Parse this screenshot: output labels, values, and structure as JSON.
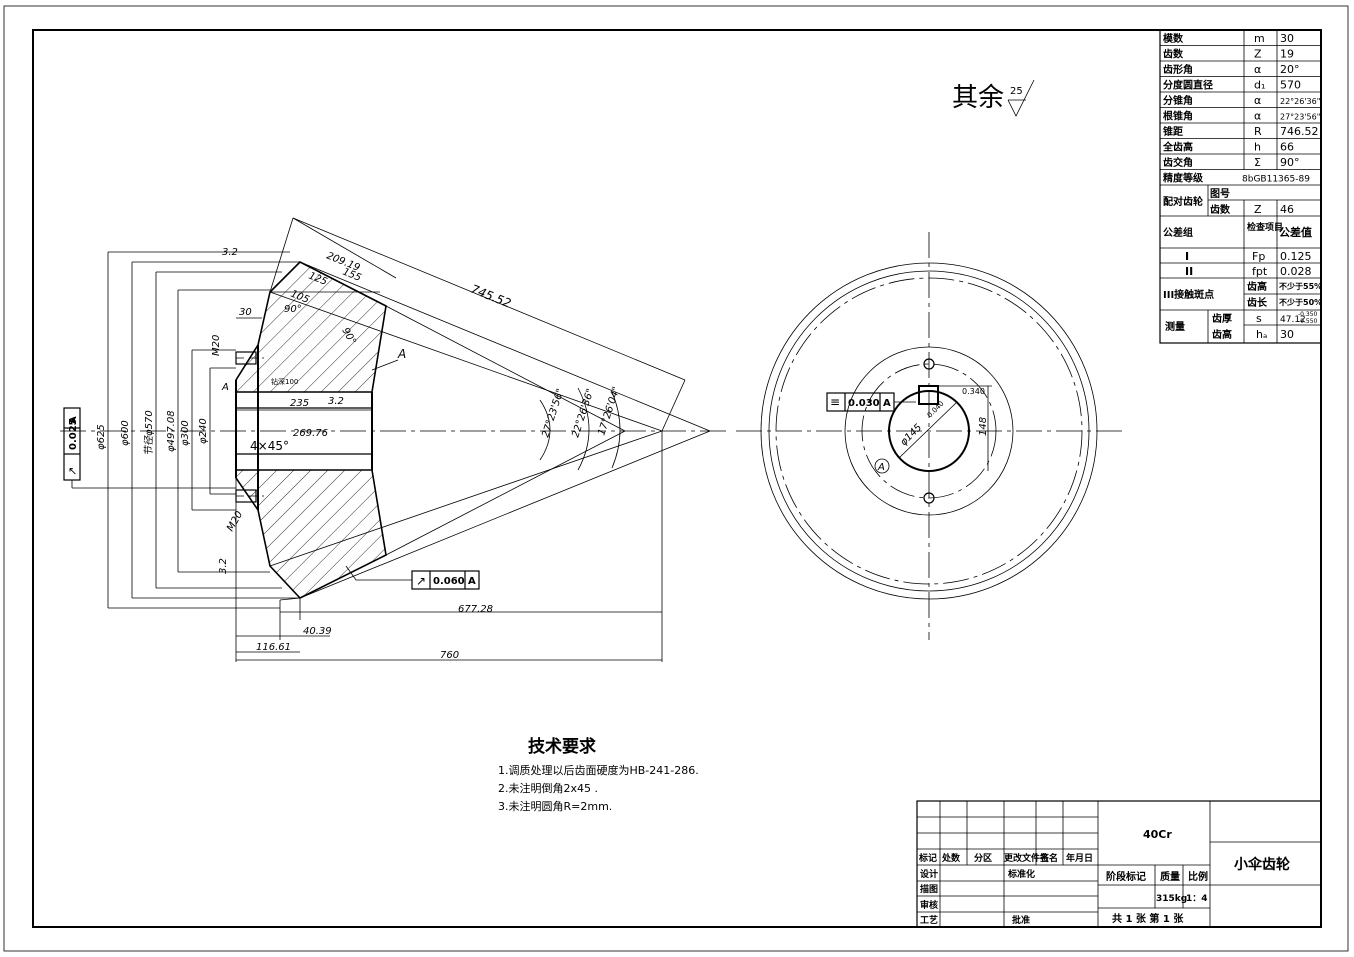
{
  "surface_note": {
    "label": "其余",
    "roughness": "25"
  },
  "params_table": [
    {
      "name": "模数",
      "symbol": "m",
      "value": "30"
    },
    {
      "name": "齿数",
      "symbol": "Z",
      "value": "19"
    },
    {
      "name": "齿形角",
      "symbol": "α",
      "value": "20°"
    },
    {
      "name": "分度圆直径",
      "symbol": "d₁",
      "value": "570"
    },
    {
      "name": "分锥角",
      "symbol": "α",
      "value": "22°26'36\""
    },
    {
      "name": "根锥角",
      "symbol": "α",
      "value": "27°23'56\""
    },
    {
      "name": "锥距",
      "symbol": "R",
      "value": "746.52"
    },
    {
      "name": "全齿高",
      "symbol": "h",
      "value": "66"
    },
    {
      "name": "齿交角",
      "symbol": "Σ",
      "value": "90°"
    },
    {
      "name": "精度等级",
      "symbol": "",
      "value": "8bGB11365-89"
    }
  ],
  "mating_gear": {
    "label": "配对齿轮",
    "row1": "图号",
    "row2": "齿数",
    "symbol": "Z",
    "value": "46"
  },
  "tolerance_header": {
    "group": "公差组",
    "item": "检查项目",
    "value": "公差值"
  },
  "tolerance_rows": [
    {
      "group": "I",
      "symbol": "Fp",
      "value": "0.125"
    },
    {
      "group": "II",
      "symbol": "fpt",
      "value": "0.028"
    }
  ],
  "contact": {
    "label": "III接触斑点",
    "rows": [
      {
        "item": "齿高",
        "value": "不少于55%"
      },
      {
        "item": "齿长",
        "value": "不少于50%"
      }
    ]
  },
  "measure": {
    "label": "测量",
    "rows": [
      {
        "item": "齿厚",
        "symbol": "s",
        "value": "47.12",
        "tol_upper": "-0.350",
        "tol_lower": "-0.550"
      },
      {
        "item": "齿高",
        "symbol": "hₐ",
        "value": "30"
      }
    ]
  },
  "dims": {
    "d625": "φ625",
    "d600": "φ600",
    "d570": "节径φ570",
    "d497": "φ497.08",
    "d300": "φ300",
    "d240": "φ240",
    "l209": "209.19",
    "l745": "745.52",
    "l125": "125",
    "l155": "155",
    "l105": "105",
    "l30": "30",
    "a90": "90°",
    "a90b": "90°",
    "m20a": "M20",
    "m20b": "M20",
    "l235": "235",
    "l32": "3.2",
    "l269": "269.76",
    "ch": "4×45°",
    "a1": "27°23'56\"",
    "a2": "22°26'36\"",
    "a3": "17°26'04\"",
    "l677": "677.28",
    "l40": "40.39",
    "l116": "116.61",
    "l760": "760",
    "r32a": "3.2",
    "r32b": "3.2",
    "depth": "钻深100",
    "datumA": "A",
    "datumA2": "A",
    "kw": "0.340",
    "kw2": "0.040",
    "d145": "φ145",
    "k148": "148"
  },
  "gdt": [
    {
      "symbol": "↗",
      "value": "0.025",
      "datum": "A"
    },
    {
      "symbol": "↗",
      "value": "0.060",
      "datum": "A"
    },
    {
      "symbol": "≡",
      "value": "0.030",
      "datum": "A"
    }
  ],
  "notes": {
    "title": "技术要求",
    "items": [
      "1.调质处理以后齿面硬度为HB-241-286.",
      "2.未注明倒角2x45 .",
      "3.未注明圆角R=2mm."
    ]
  },
  "title_block": {
    "material": "40Cr",
    "part_name": "小伞齿轮",
    "headers": [
      "标记",
      "处数",
      "分区",
      "更改文件名",
      "签名",
      "年月日"
    ],
    "design": "设计",
    "standard": "标准化",
    "draw": "描图",
    "check": "审核",
    "process": "工艺",
    "approve": "批准",
    "stage": "阶段标记",
    "mass_label": "质量",
    "scale_label": "比例",
    "mass": "315kg",
    "scale": "1：4",
    "sheets": "共 1 张  第 1 张"
  }
}
